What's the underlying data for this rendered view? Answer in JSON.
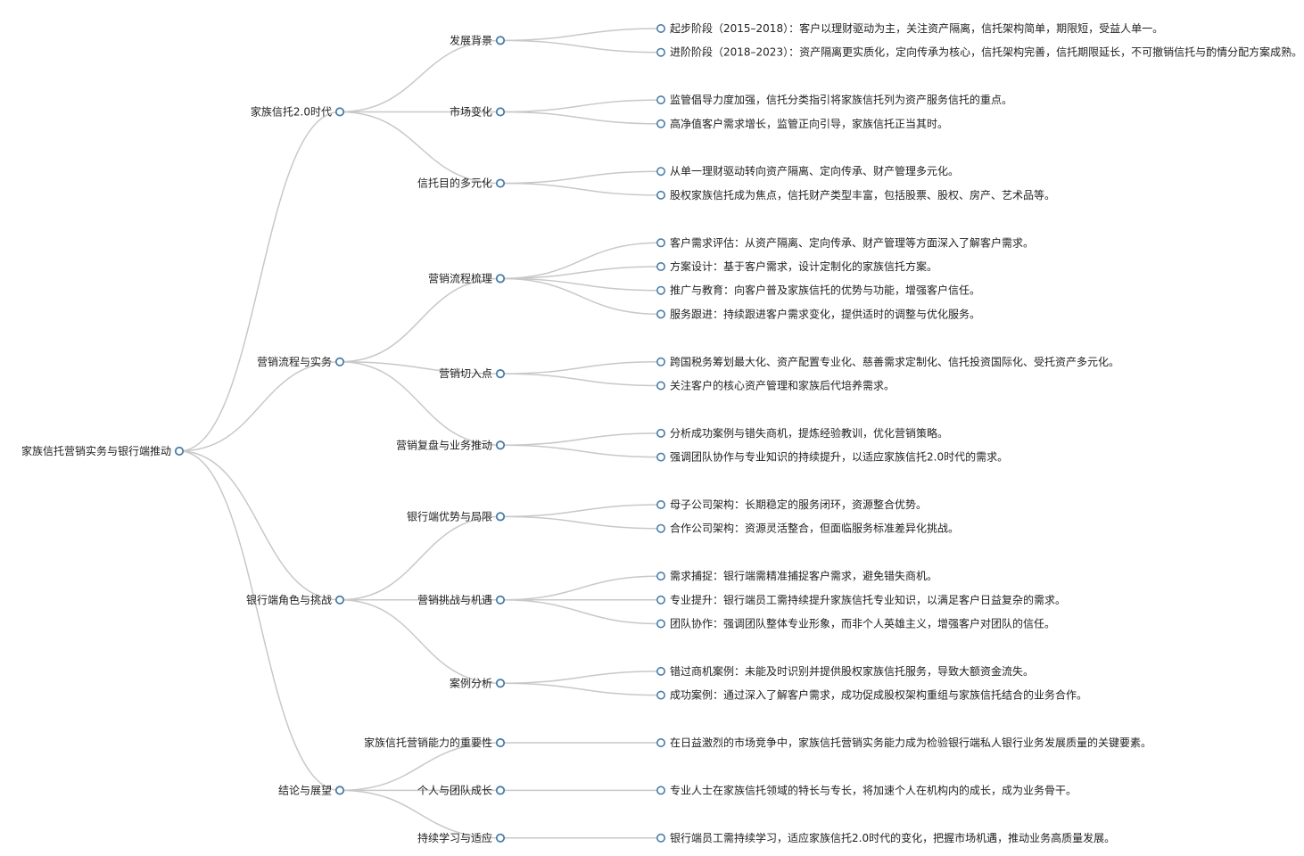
{
  "root": {
    "label": "家族信托营销实务与银行端推动",
    "children": [
      {
        "label": "家族信托2.0时代",
        "children": [
          {
            "label": "发展背景",
            "children": [
              "起步阶段（2015–2018）：客户以理财驱动为主，关注资产隔离，信托架构简单，期限短，受益人单一。",
              "进阶阶段（2018–2023）：资产隔离更实质化，定向传承为核心，信托架构完善，信托期限延长，不可撤销信托与酌情分配方案成熟。"
            ]
          },
          {
            "label": "市场变化",
            "children": [
              "监管倡导力度加强，信托分类指引将家族信托列为资产服务信托的重点。",
              "高净值客户需求增长，监管正向引导，家族信托正当其时。"
            ]
          },
          {
            "label": "信托目的多元化",
            "children": [
              "从单一理财驱动转向资产隔离、定向传承、财产管理多元化。",
              "股权家族信托成为焦点，信托财产类型丰富，包括股票、股权、房产、艺术品等。"
            ]
          }
        ]
      },
      {
        "label": "营销流程与实务",
        "children": [
          {
            "label": "营销流程梳理",
            "children": [
              "客户需求评估：从资产隔离、定向传承、财产管理等方面深入了解客户需求。",
              "方案设计：基于客户需求，设计定制化的家族信托方案。",
              "推广与教育：向客户普及家族信托的优势与功能，增强客户信任。",
              "服务跟进：持续跟进客户需求变化，提供适时的调整与优化服务。"
            ]
          },
          {
            "label": "营销切入点",
            "children": [
              "跨国税务筹划最大化、资产配置专业化、慈善需求定制化、信托投资国际化、受托资产多元化。",
              "关注客户的核心资产管理和家族后代培养需求。"
            ]
          },
          {
            "label": "营销复盘与业务推动",
            "children": [
              "分析成功案例与错失商机，提炼经验教训，优化营销策略。",
              "强调团队协作与专业知识的持续提升，以适应家族信托2.0时代的需求。"
            ]
          }
        ]
      },
      {
        "label": "银行端角色与挑战",
        "children": [
          {
            "label": "银行端优势与局限",
            "children": [
              "母子公司架构：长期稳定的服务闭环，资源整合优势。",
              "合作公司架构：资源灵活整合，但面临服务标准差异化挑战。"
            ]
          },
          {
            "label": "营销挑战与机遇",
            "children": [
              "需求捕捉：银行端需精准捕捉客户需求，避免错失商机。",
              "专业提升：银行端员工需持续提升家族信托专业知识，以满足客户日益复杂的需求。",
              "团队协作：强调团队整体专业形象，而非个人英雄主义，增强客户对团队的信任。"
            ]
          },
          {
            "label": "案例分析",
            "children": [
              "错过商机案例：未能及时识别并提供股权家族信托服务，导致大额资金流失。",
              "成功案例：通过深入了解客户需求，成功促成股权架构重组与家族信托结合的业务合作。"
            ]
          }
        ]
      },
      {
        "label": "结论与展望",
        "children": [
          {
            "label": "家族信托营销能力的重要性",
            "children": [
              "在日益激烈的市场竞争中，家族信托营销实务能力成为检验银行端私人银行业务发展质量的关键要素。"
            ]
          },
          {
            "label": "个人与团队成长",
            "children": [
              "专业人士在家族信托领域的特长与专长，将加速个人在机构内的成长，成为业务骨干。"
            ]
          },
          {
            "label": "持续学习与适应",
            "children": [
              "银行端员工需持续学习，适应家族信托2.0时代的变化，把握市场机遇，推动业务高质量发展。"
            ]
          }
        ]
      }
    ]
  },
  "colors": {
    "link": "#c8c8c8",
    "node_stroke": "#4a7ea8",
    "text": "#222222",
    "background": "#ffffff"
  }
}
